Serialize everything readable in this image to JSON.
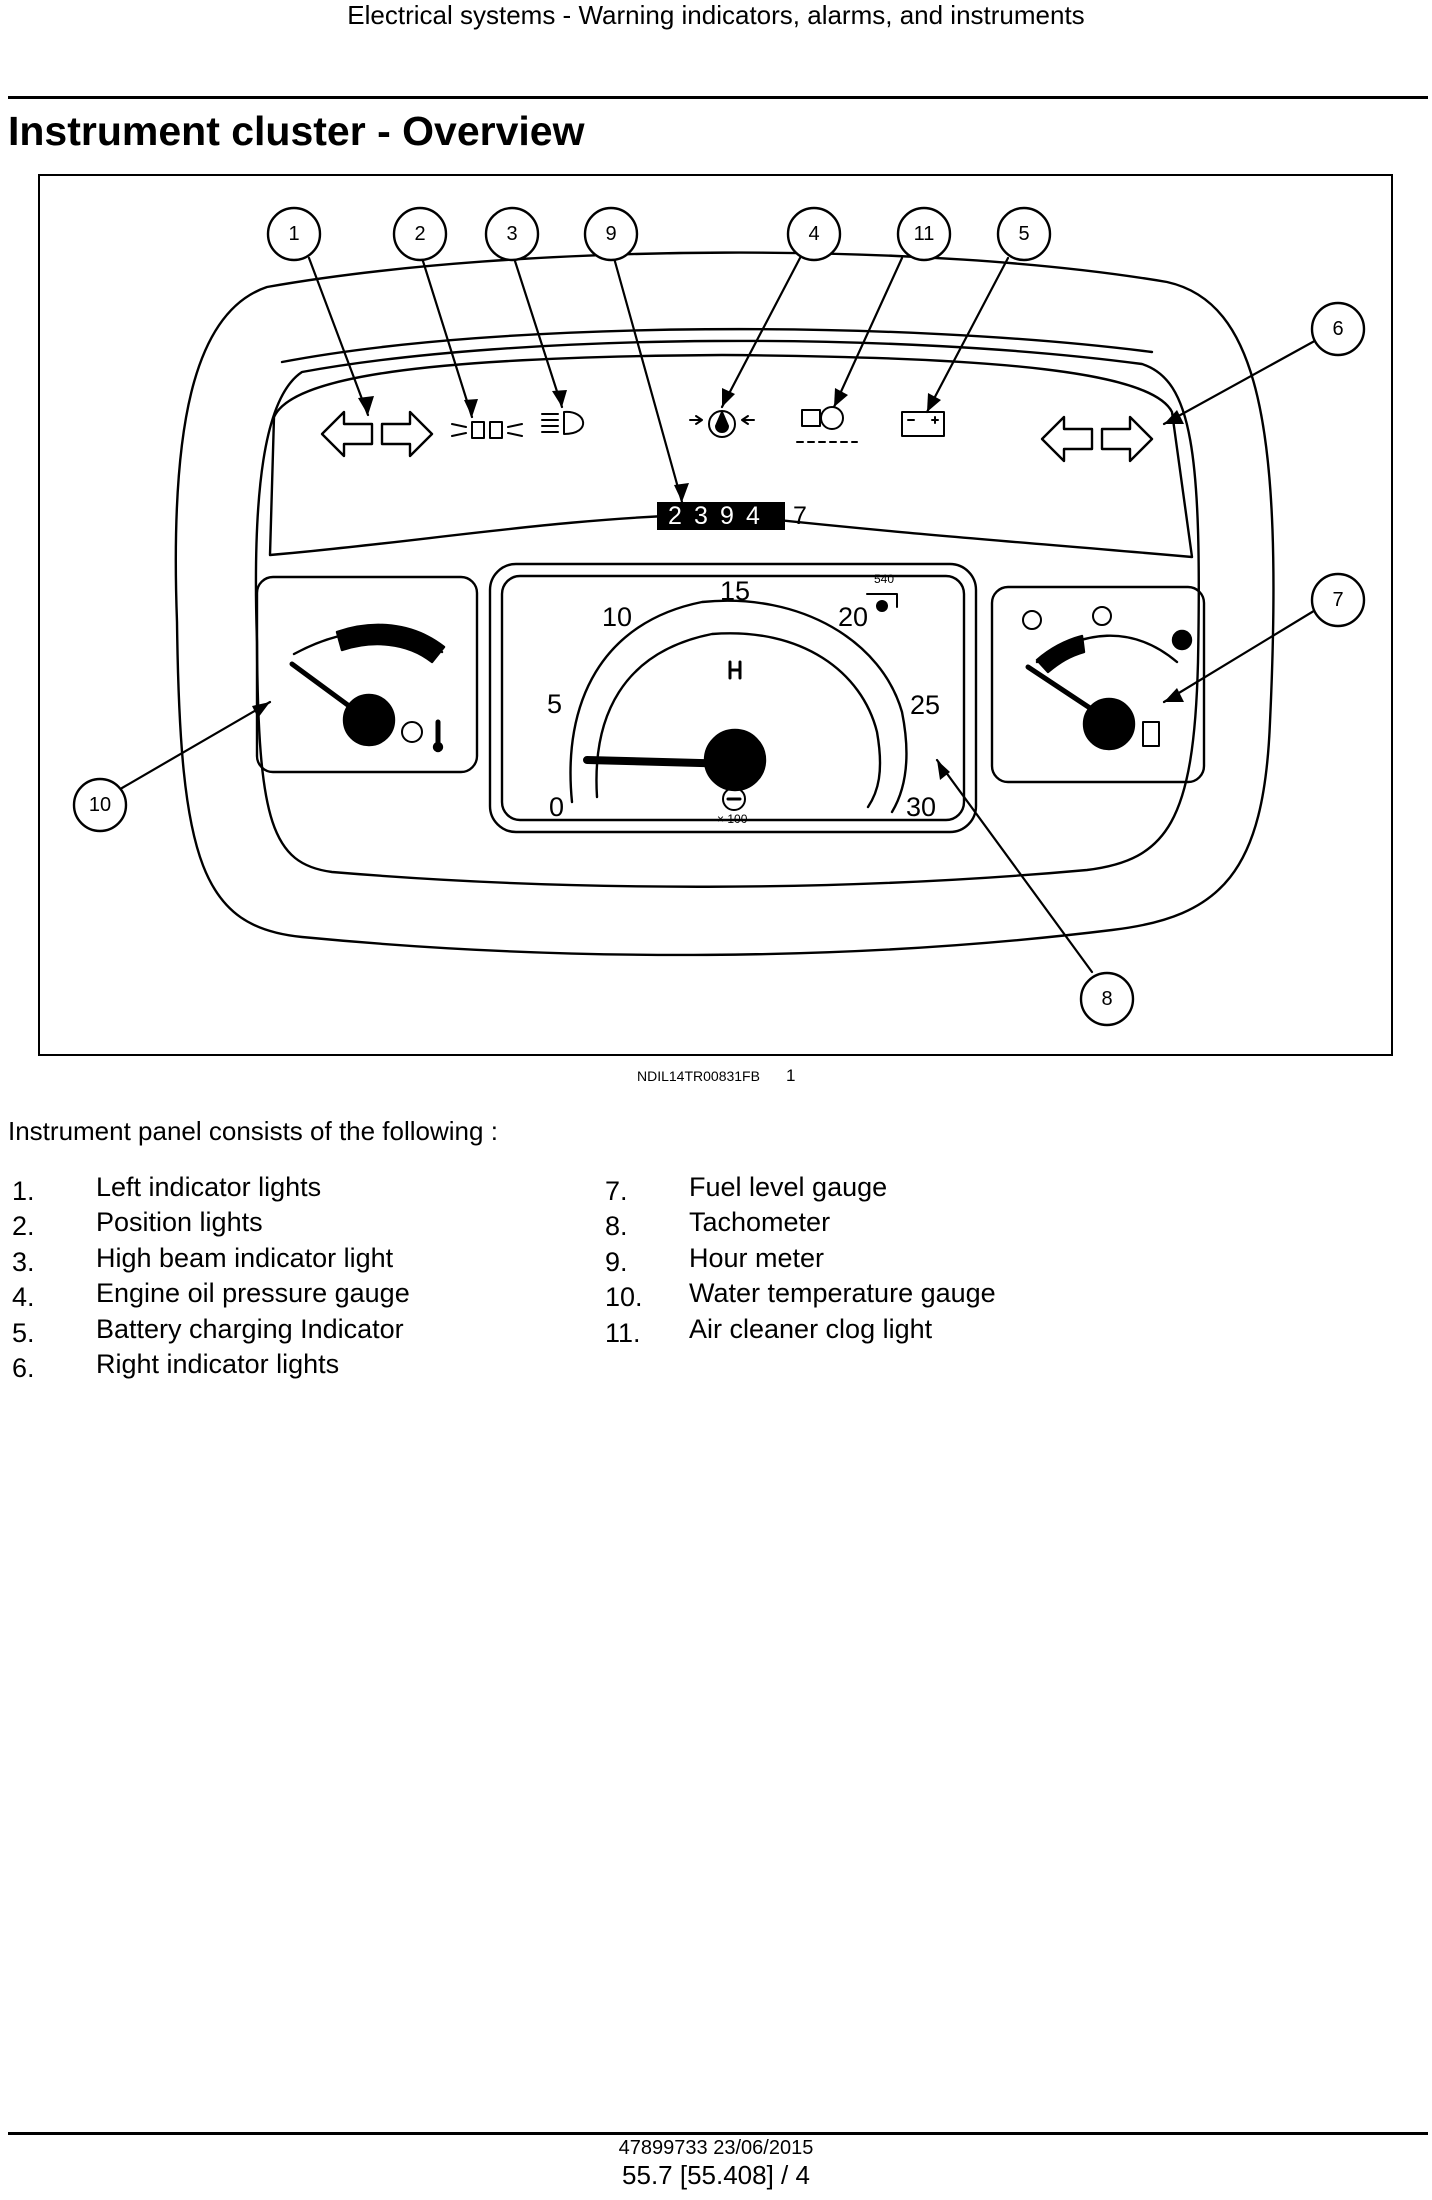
{
  "header": {
    "title": "Electrical systems - Warning indicators, alarms, and instruments"
  },
  "page_title": "Instrument cluster - Overview",
  "figure": {
    "callouts": [
      "1",
      "2",
      "3",
      "9",
      "4",
      "11",
      "5",
      "6",
      "7",
      "10",
      "8"
    ],
    "hour_meter_digits": [
      "2",
      "3",
      "9",
      "4"
    ],
    "hour_meter_last_digit": "7",
    "tacho_scale_labels": [
      "0",
      "5",
      "10",
      "15",
      "20",
      "25",
      "30"
    ],
    "pto_label": "540",
    "multiplier_label": "× 100",
    "code": "NDIL14TR00831FB",
    "number": "1"
  },
  "intro": "Instrument panel consists of the following :",
  "legend_left": [
    {
      "num": "1.",
      "label": "Left indicator lights"
    },
    {
      "num": "2.",
      "label": "Position lights"
    },
    {
      "num": "3.",
      "label": "High beam indicator light"
    },
    {
      "num": "4.",
      "label": "Engine oil pressure gauge"
    },
    {
      "num": "5.",
      "label": "Battery charging Indicator"
    },
    {
      "num": "6.",
      "label": "Right indicator lights"
    }
  ],
  "legend_right": [
    {
      "num": "7.",
      "label": "Fuel level gauge"
    },
    {
      "num": "8.",
      "label": "Tachometer"
    },
    {
      "num": "9.",
      "label": "Hour meter"
    },
    {
      "num": "10.",
      "label": "Water temperature gauge"
    },
    {
      "num": "11.",
      "label": "Air cleaner clog light"
    }
  ],
  "footer": {
    "doc_id": "47899733 23/06/2015",
    "page": "55.7 [55.408] / 4"
  }
}
